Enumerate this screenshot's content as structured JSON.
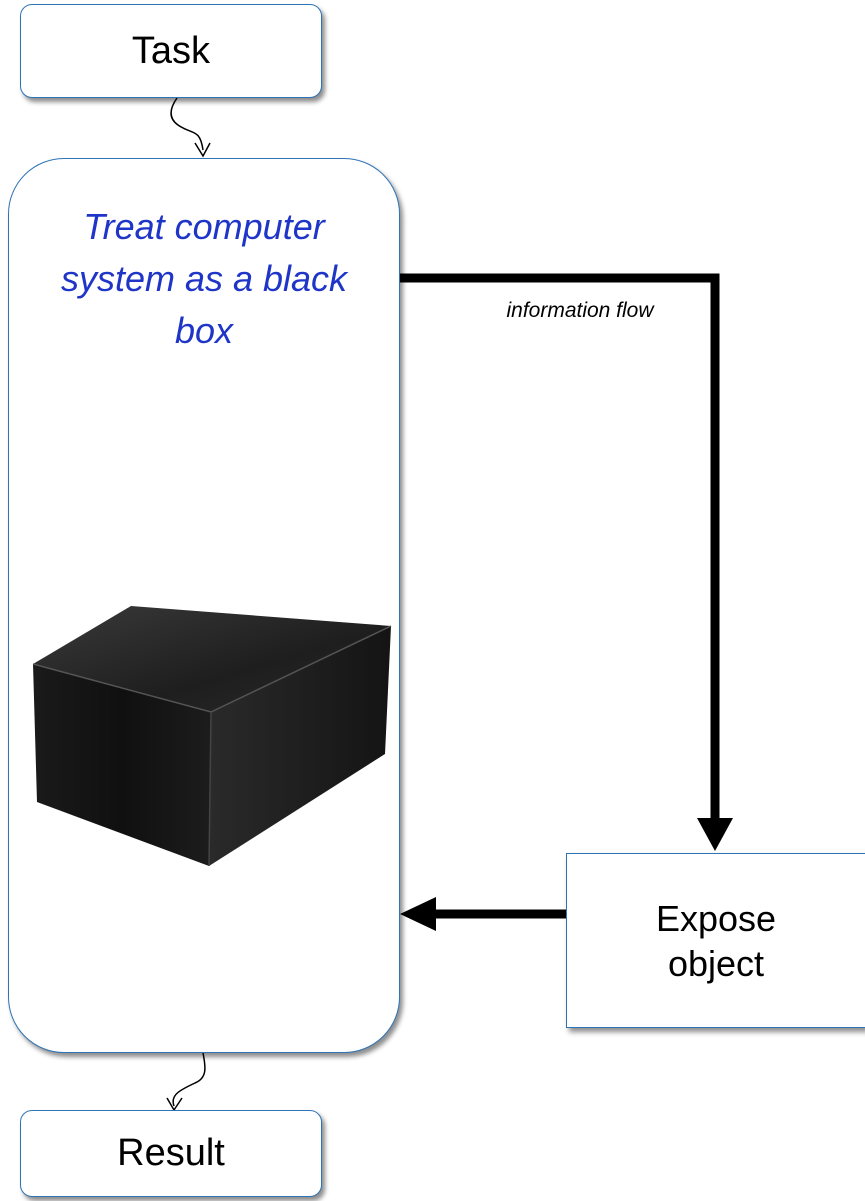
{
  "nodes": {
    "task": "Task",
    "main": "Treat computer system as a black box",
    "expose": "Expose\nobject",
    "result": "Result"
  },
  "edges": {
    "flow_label": "information flow"
  },
  "colors": {
    "box_border": "#2e74b5",
    "main_text": "#1f35c8",
    "arrow": "#000000"
  },
  "icons": {
    "black_box_image": "black-box-picture"
  }
}
